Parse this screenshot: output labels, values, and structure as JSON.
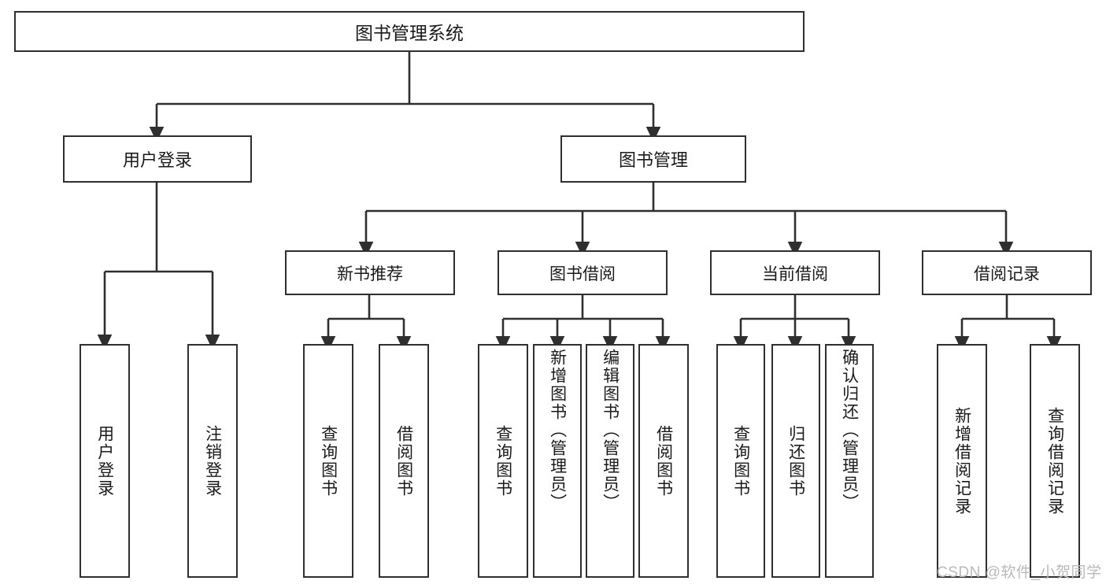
{
  "diagram": {
    "title": "图书管理系统",
    "type": "tree-hierarchy-diagram",
    "watermark": "CSDN @软件_小贺同学",
    "colors": {
      "box_border": "#2f2f2f",
      "box_fill": "#ffffff",
      "edge": "#2f2f2f",
      "text": "#1a1a1a",
      "watermark": "#b9b9b9",
      "background": "#ffffff"
    }
  },
  "root": {
    "label": "图书管理系统"
  },
  "level2": [
    {
      "label": "用户登录"
    },
    {
      "label": "图书管理"
    }
  ],
  "level3": [
    {
      "label": "新书推荐"
    },
    {
      "label": "图书借阅"
    },
    {
      "label": "当前借阅"
    },
    {
      "label": "借阅记录"
    }
  ],
  "leaves": {
    "user_login": [
      {
        "label": "用户登录"
      },
      {
        "label": "注销登录"
      }
    ],
    "new_book_recommend": [
      {
        "label": "查询图书"
      },
      {
        "label": "借阅图书"
      }
    ],
    "book_borrow": [
      {
        "label": "查询图书"
      },
      {
        "label": "新增图书（管理员）"
      },
      {
        "label": "编辑图书（管理员）"
      },
      {
        "label": "借阅图书"
      }
    ],
    "current_borrow": [
      {
        "label": "查询图书"
      },
      {
        "label": "归还图书"
      },
      {
        "label": "确认归还（管理员）"
      }
    ],
    "borrow_record": [
      {
        "label": "新增借阅记录"
      },
      {
        "label": "查询借阅记录"
      }
    ]
  }
}
